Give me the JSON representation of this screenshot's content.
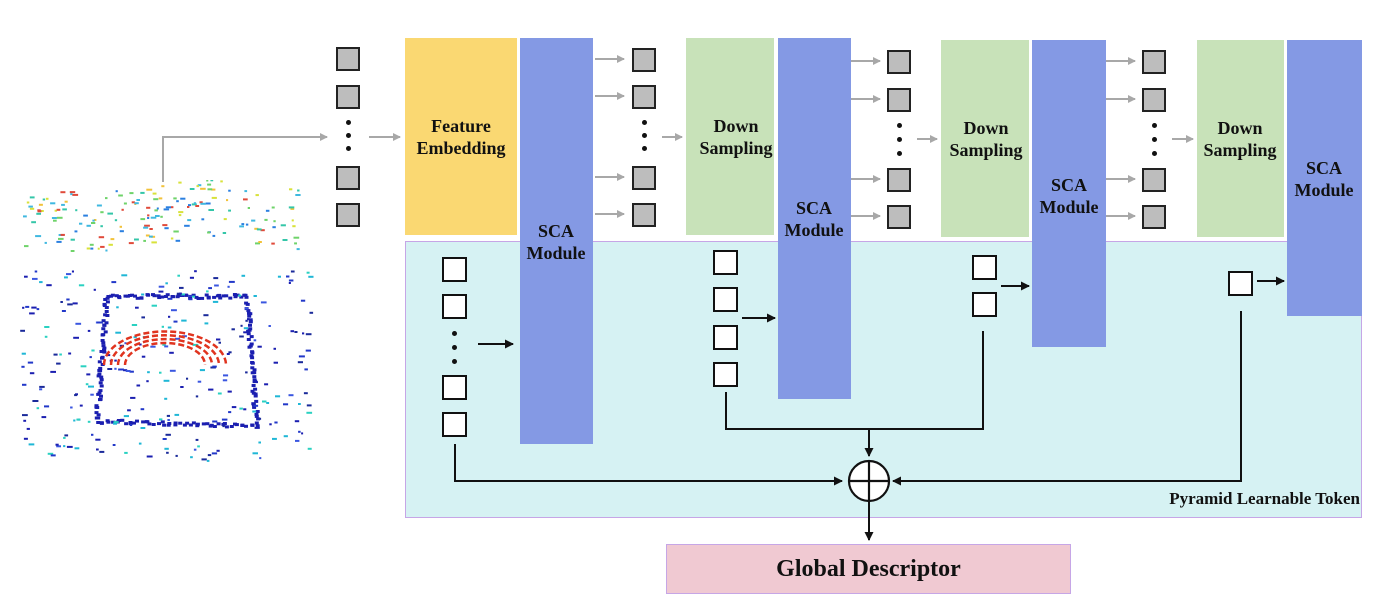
{
  "colors": {
    "feature_embedding": "#fad872",
    "down_sampling": "#c8e2b9",
    "sca_module": "#8499e4",
    "token_region": "#d6f2f3",
    "global_descriptor": "#f0c9d2",
    "gray_arrow": "#a8a8a8"
  },
  "blocks": {
    "feature_embedding": [
      "Feature",
      "Embedding"
    ],
    "down_sampling": [
      "Down",
      "Sampling"
    ],
    "sca": [
      "SCA",
      "Module"
    ]
  },
  "pyramid_label": "Pyramid Learnable Token",
  "global_descriptor": "Global Descriptor",
  "icons": {
    "point_cloud": "lidar-point-cloud-image",
    "sum": "circle-plus-icon"
  }
}
